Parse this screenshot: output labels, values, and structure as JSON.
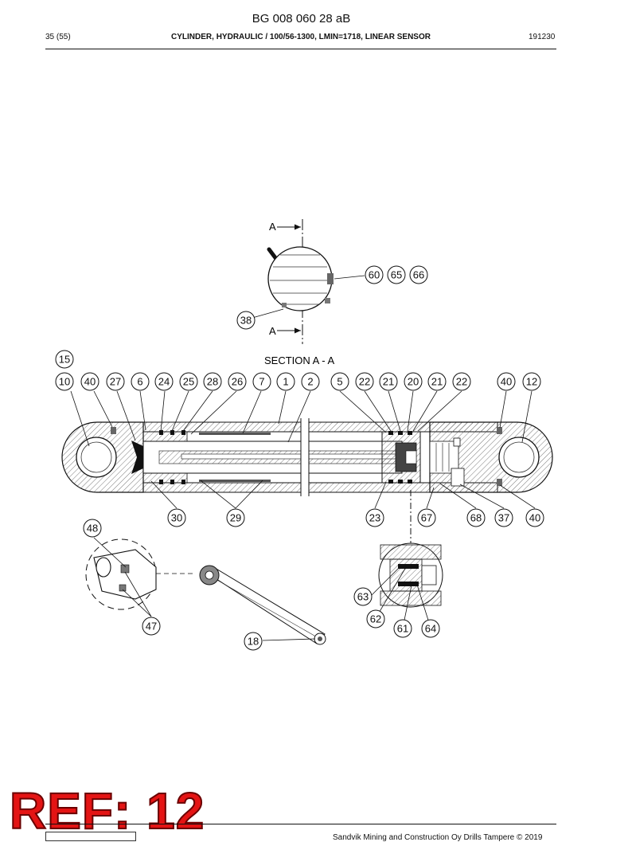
{
  "header": {
    "doc_code": "BG 008 060 28 aB",
    "page": "35 (55)",
    "title": "CYLINDER, HYDRAULIC / 100/56-1300, LMIN=1718, LINEAR SENSOR",
    "date": "191230"
  },
  "drawing": {
    "section_marker": "A",
    "section_title": "SECTION A - A",
    "balloons": {
      "top_view": [
        "60",
        "65",
        "66",
        "38"
      ],
      "top_row": [
        "15",
        "10",
        "40",
        "27",
        "6",
        "24",
        "25",
        "28",
        "26",
        "7",
        "1",
        "2",
        "5",
        "22",
        "21",
        "20",
        "21",
        "22",
        "40",
        "12"
      ],
      "bottom_row": [
        "30",
        "29",
        "23",
        "67",
        "68",
        "37",
        "40"
      ],
      "detail_eye": [
        "48",
        "47"
      ],
      "detail_piston": [
        "63",
        "62",
        "61",
        "64"
      ],
      "assembly": [
        "18"
      ]
    }
  },
  "stamp": {
    "text": "REF: 12"
  },
  "footer": {
    "copyright": "Sandvik Mining and Construction Oy Drills Tampere © 2019"
  }
}
